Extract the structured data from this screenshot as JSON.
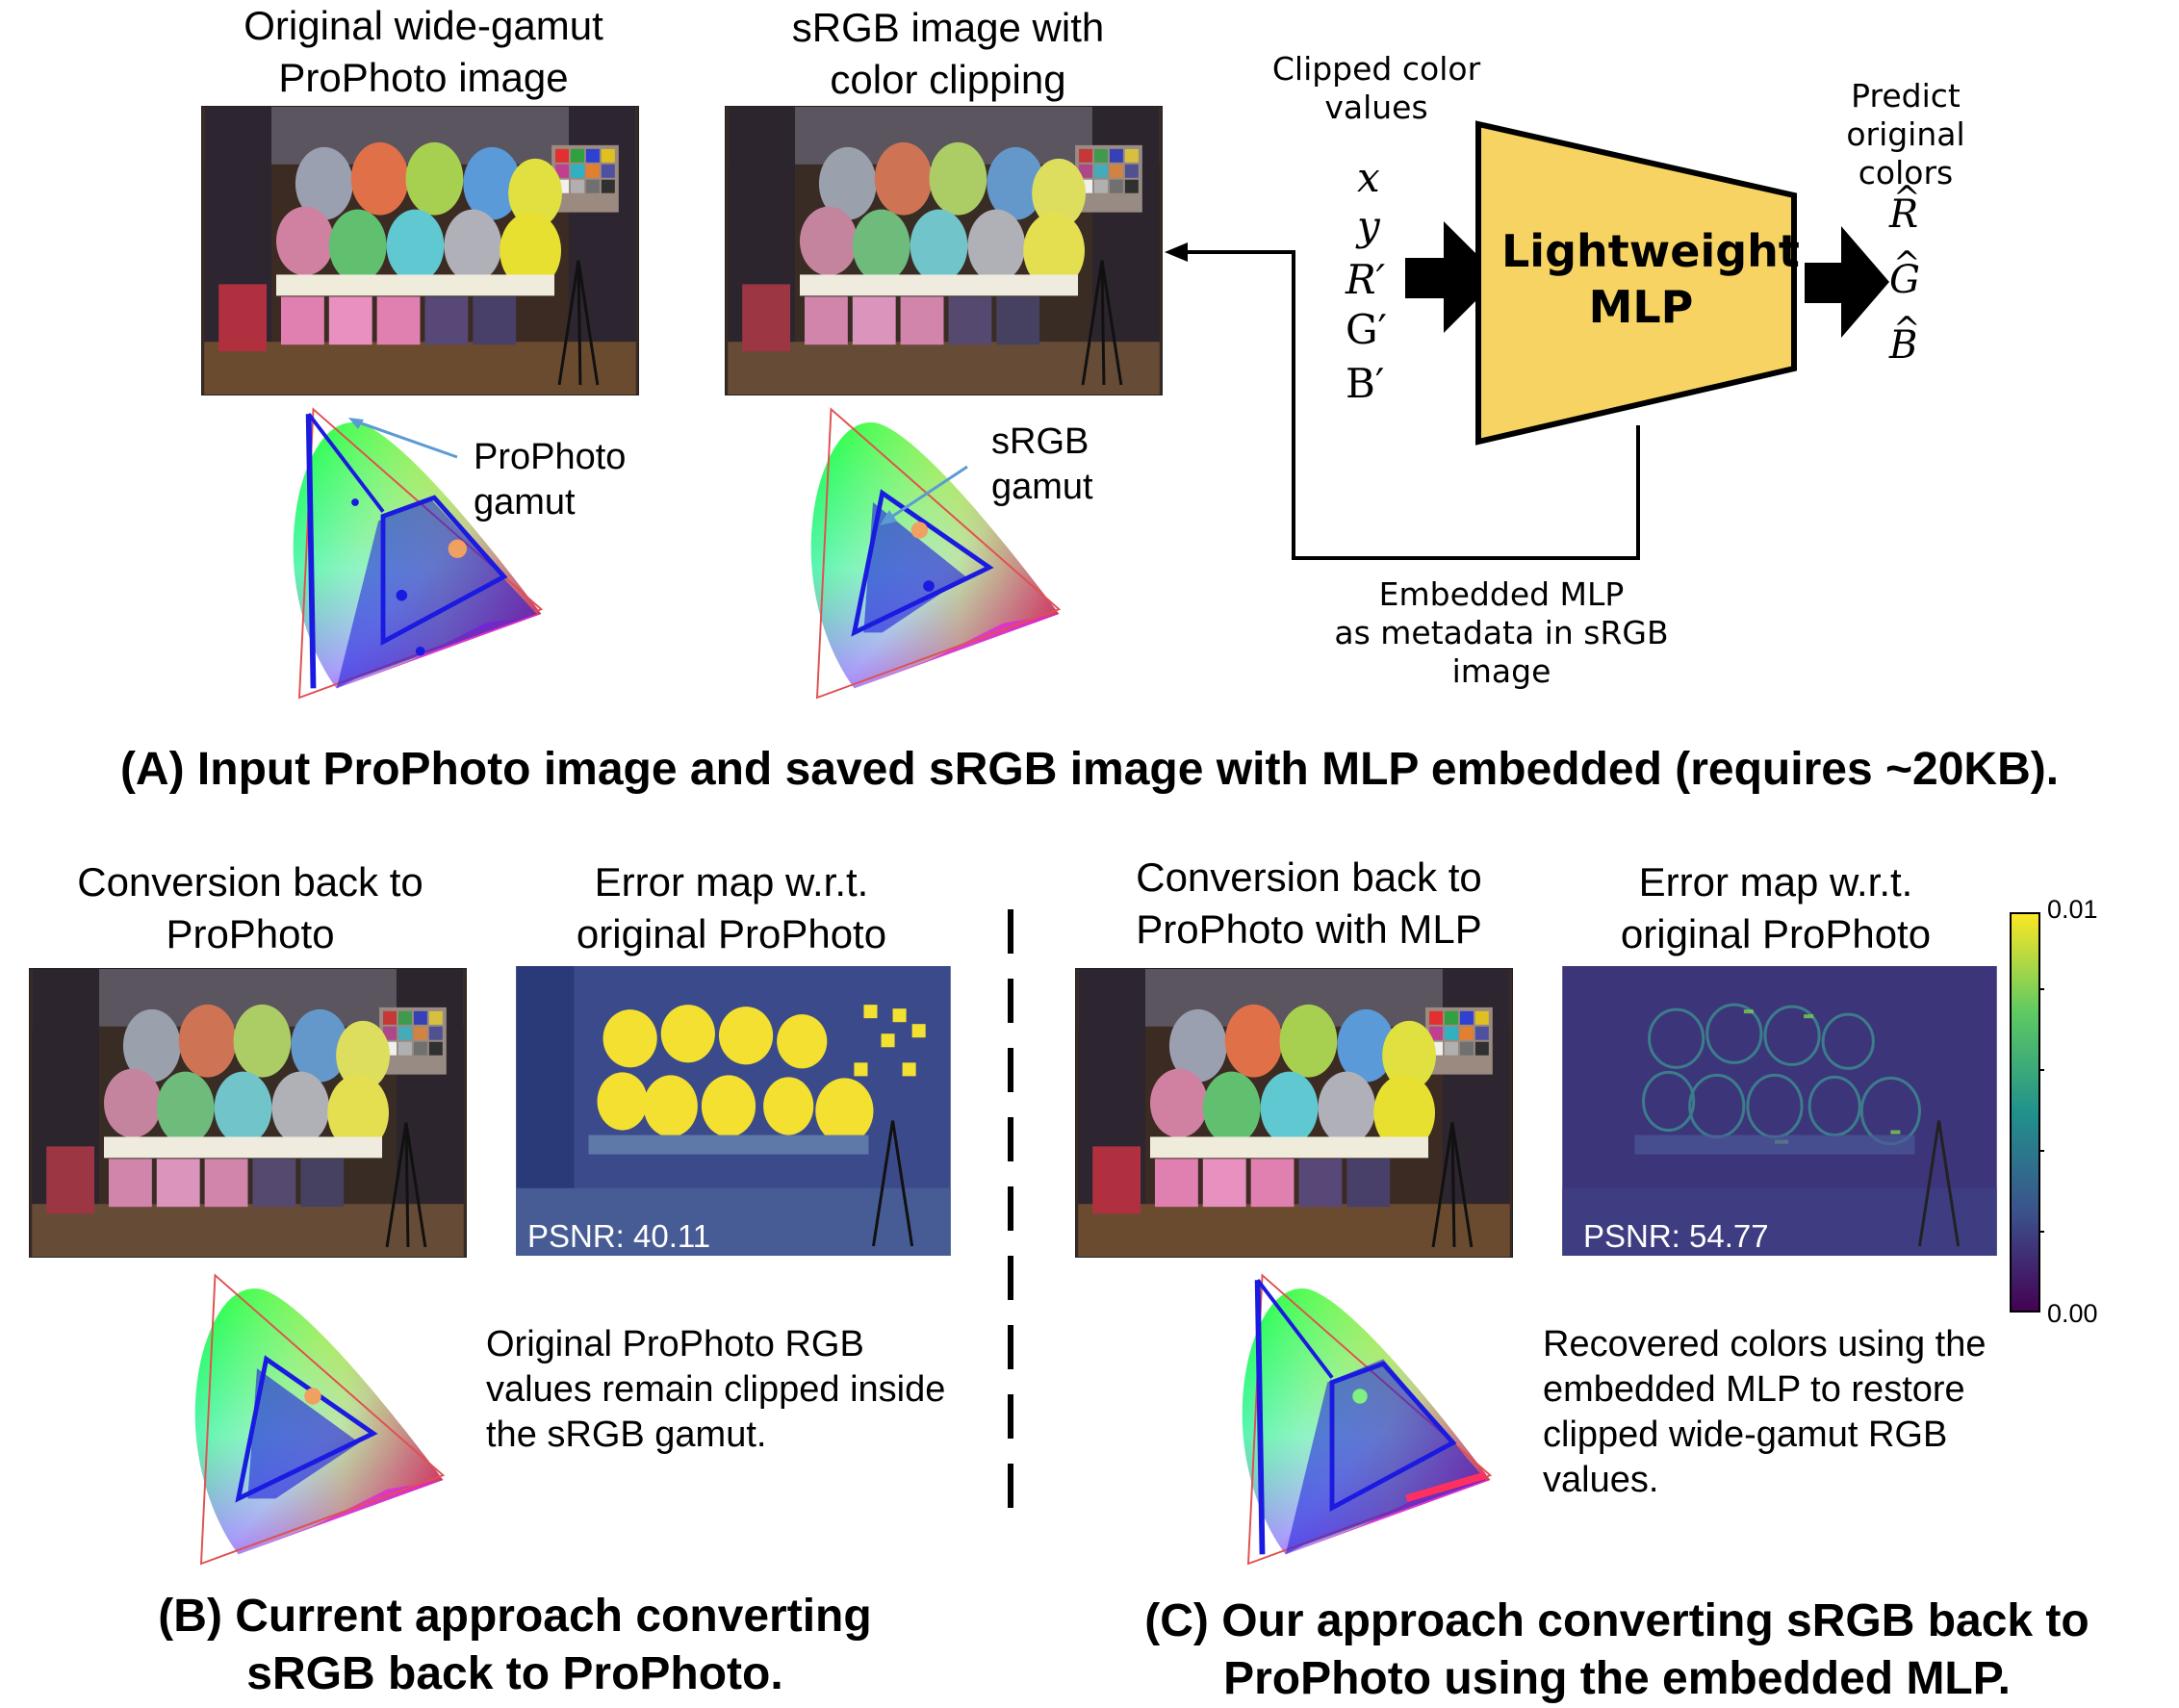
{
  "panel_a": {
    "caption_original": "Original wide-gamut\nProPhoto image",
    "caption_srgb": "sRGB image with\ncolor clipping",
    "gamut_prophoto": "ProPhoto\ngamut",
    "gamut_srgb": "sRGB\ngamut",
    "clipped_label": "Clipped color\nvalues",
    "inputs": [
      "x",
      "y",
      "R′",
      "G′",
      "B′"
    ],
    "mlp_label": "Lightweight\nMLP",
    "predict_label": "Predict\noriginal colors",
    "outputs": [
      "R",
      "G",
      "B"
    ],
    "embedded_label": "Embedded MLP\nas metadata in sRGB image",
    "title": "(A) Input ProPhoto image and saved sRGB image with MLP embedded (requires ~20KB)."
  },
  "panel_b": {
    "caption_conversion": "Conversion back to\nProPhoto",
    "caption_error": "Error map w.r.t.\noriginal ProPhoto",
    "psnr": "PSNR: 40.11",
    "description": "Original ProPhoto RGB\nvalues remain clipped inside\nthe sRGB gamut.",
    "title": "(B) Current approach converting\nsRGB back to ProPhoto."
  },
  "panel_c": {
    "caption_conversion": "Conversion back to\nProPhoto with MLP",
    "caption_error": "Error map w.r.t.\noriginal ProPhoto",
    "psnr": "PSNR: 54.77",
    "description": "Recovered colors using the\nembedded MLP to restore\nclipped wide-gamut RGB\nvalues.",
    "title": "(C) Our approach converting sRGB back to\nProPhoto using the embedded MLP."
  },
  "colorbar": {
    "max": "0.01",
    "min": "0.00"
  },
  "colors": {
    "mlp_fill": "#F7D363",
    "viridis_low": "#440154",
    "viridis_high": "#FDE725",
    "gamut_blue": "#1a1ae0"
  }
}
